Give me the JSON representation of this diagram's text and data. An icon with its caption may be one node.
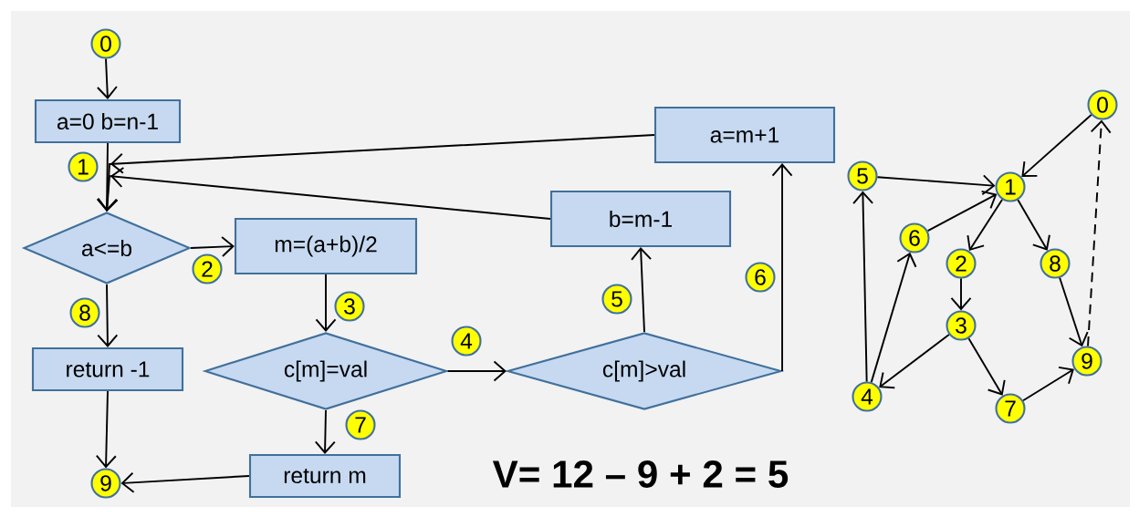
{
  "diagram": {
    "nodes": [
      {
        "text": [
          "0"
        ]
      },
      {
        "text": [
          "a=0 b=n-1"
        ]
      },
      {
        "text": [
          "a<=b"
        ]
      },
      {
        "text": [
          "m=(a+b)/2"
        ]
      },
      {
        "text": [
          "c[m]=val"
        ]
      },
      {
        "text": [
          "c[m]>val"
        ]
      },
      {
        "text": [
          "b=m-1"
        ]
      },
      {
        "text": [
          "a=m+1"
        ]
      },
      {
        "text": [
          "return -1"
        ]
      },
      {
        "text": [
          "return m"
        ]
      },
      {
        "text": [
          "9"
        ]
      },
      {
        "text": [
          "0"
        ]
      },
      {
        "text": [
          "1"
        ]
      },
      {
        "text": [
          "2"
        ]
      },
      {
        "text": [
          "3"
        ]
      },
      {
        "text": [
          "4"
        ]
      },
      {
        "text": [
          "5"
        ]
      },
      {
        "text": [
          "6"
        ]
      },
      {
        "text": [
          "7"
        ]
      },
      {
        "text": [
          "8"
        ]
      },
      {
        "text": [
          "9"
        ]
      },
      {
        "text": [
          "1"
        ]
      },
      {
        "text": [
          "2"
        ]
      },
      {
        "text": [
          "3"
        ]
      },
      {
        "text": [
          "4"
        ]
      },
      {
        "text": [
          "5"
        ]
      },
      {
        "text": [
          "6"
        ]
      },
      {
        "text": [
          "7"
        ]
      },
      {
        "text": [
          "8"
        ]
      }
    ],
    "edges": [
      {
        "from": 0,
        "to": 1,
        "arrow": "to"
      },
      {
        "from": 1,
        "to": 2,
        "arrow": "to"
      },
      {
        "from": 2,
        "to": 3,
        "arrow": "to"
      },
      {
        "from": 3,
        "to": 4,
        "arrow": "to"
      },
      {
        "from": 4,
        "to": 5,
        "arrow": "to"
      },
      {
        "from": 5,
        "to": 6,
        "arrow": "to"
      },
      {
        "from": 5,
        "to": 7,
        "arrow": "to"
      },
      {
        "from": 4,
        "to": 9,
        "arrow": "to"
      },
      {
        "from": 2,
        "to": 8,
        "arrow": "to"
      },
      {
        "from": 7,
        "to": 2,
        "arrow": "to"
      },
      {
        "from": 6,
        "to": 2,
        "arrow": "to"
      },
      {
        "from": 8,
        "to": 10,
        "arrow": "to"
      },
      {
        "from": 9,
        "to": 10,
        "arrow": "to"
      },
      {
        "from": 11,
        "to": 12,
        "arrow": "to"
      },
      {
        "from": 16,
        "to": 12,
        "arrow": "to"
      },
      {
        "from": 17,
        "to": 12,
        "arrow": "to"
      },
      {
        "from": 12,
        "to": 13,
        "arrow": "to"
      },
      {
        "from": 12,
        "to": 19,
        "arrow": "to"
      },
      {
        "from": 13,
        "to": 14,
        "arrow": "to"
      },
      {
        "from": 14,
        "to": 15,
        "arrow": "to"
      },
      {
        "from": 14,
        "to": 18,
        "arrow": "to"
      },
      {
        "from": 15,
        "to": 16,
        "arrow": "to"
      },
      {
        "from": 15,
        "to": 17,
        "arrow": "to"
      },
      {
        "from": 19,
        "to": 20,
        "arrow": "to"
      },
      {
        "from": 18,
        "to": 20,
        "arrow": "to"
      },
      {
        "from": 20,
        "to": 11,
        "arrow": "to",
        "style": "dashed"
      }
    ],
    "labels": [
      "V= 12 – 9 + 2 = 5"
    ]
  }
}
